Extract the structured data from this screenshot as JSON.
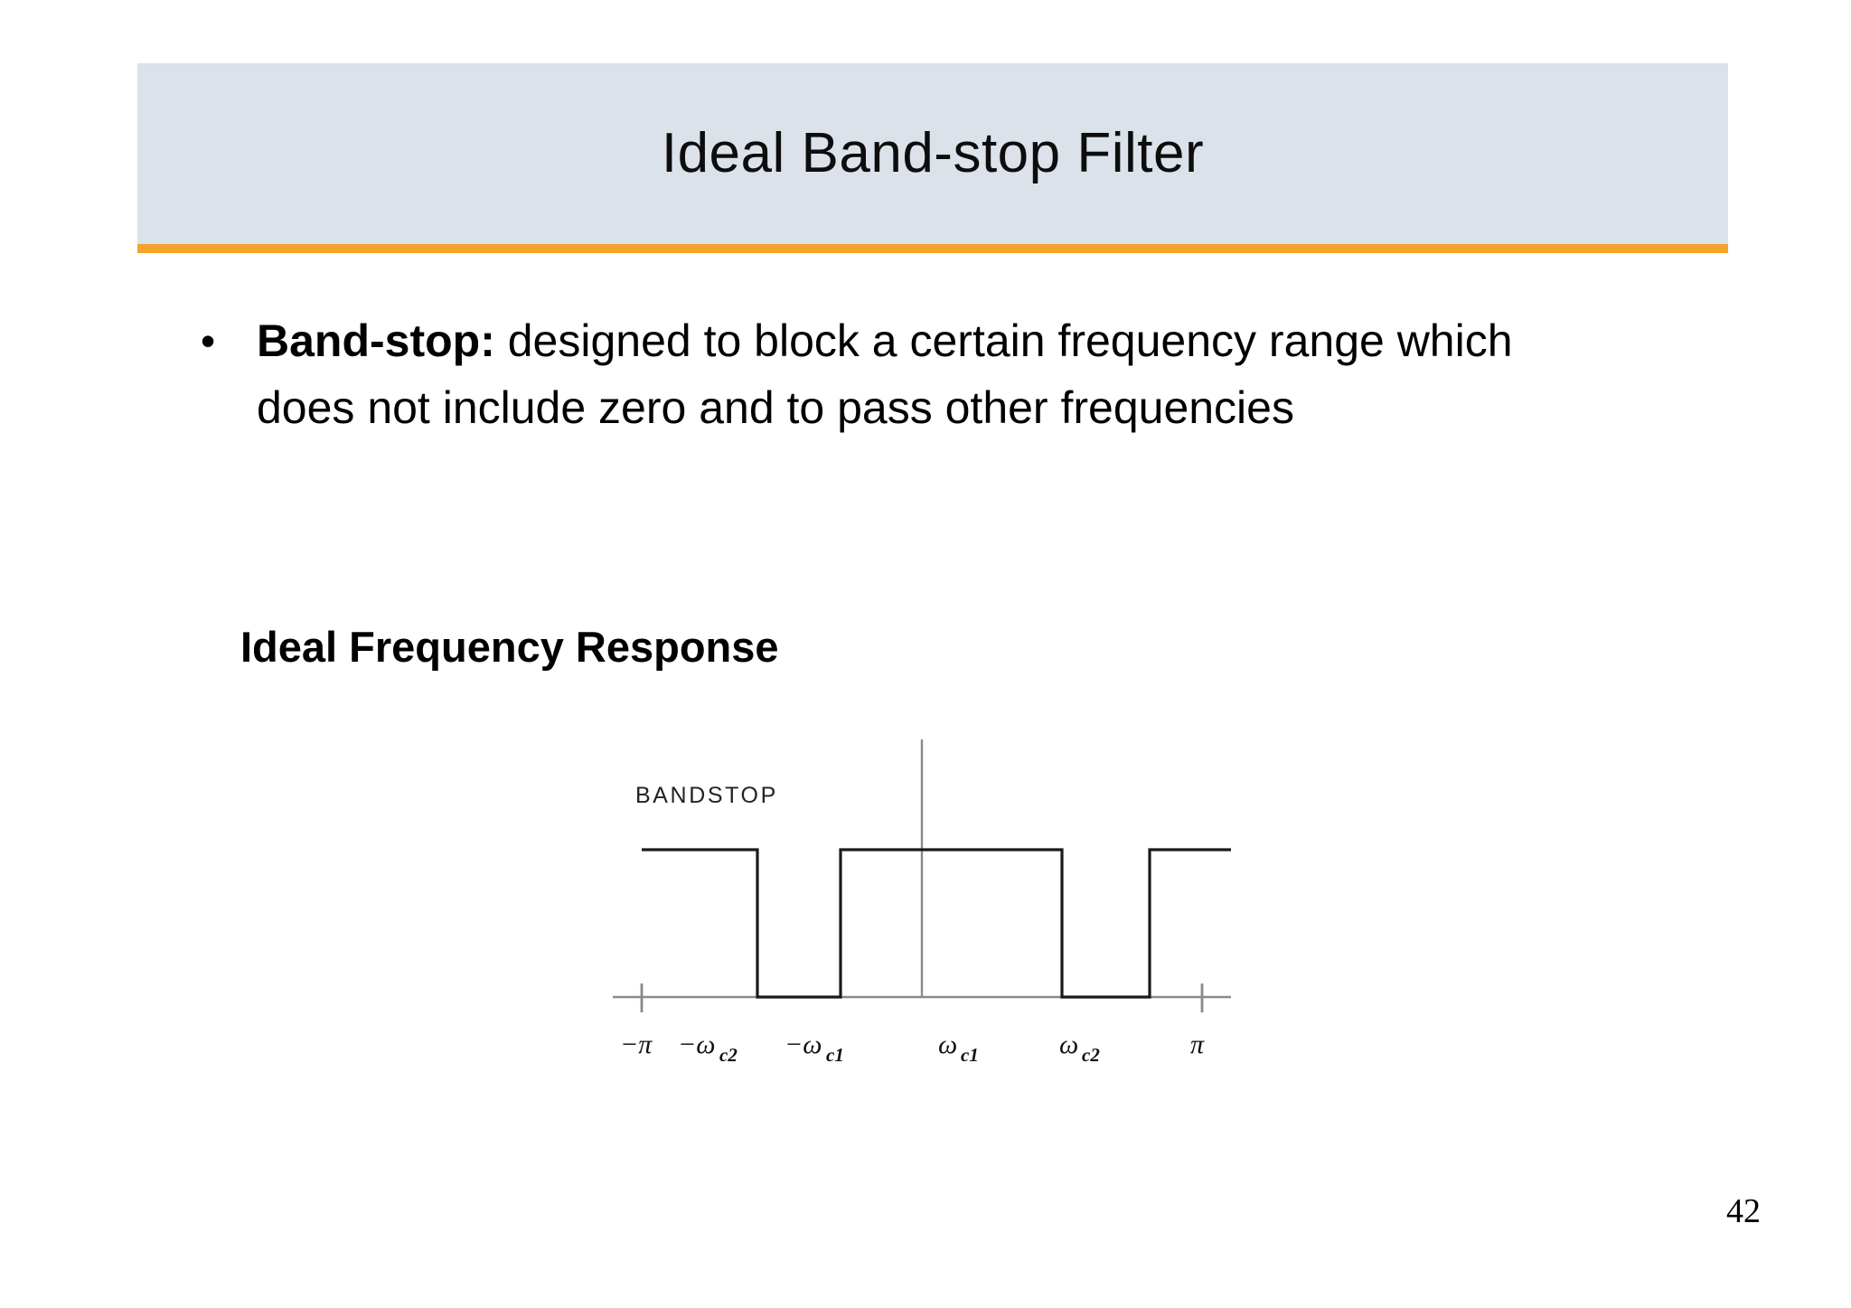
{
  "slide": {
    "title": "Ideal Band-stop Filter",
    "page_number": "42",
    "banner_color": "#dce2ea",
    "accent_color": "#f5a32a"
  },
  "body": {
    "bullet_marker": "•",
    "bullet_lead": "Band-stop:",
    "bullet_rest": " designed to block a certain frequency range which does not include zero and to pass other frequencies"
  },
  "section": {
    "heading": "Ideal Frequency Response"
  },
  "chart_data": {
    "type": "line",
    "title": "BANDSTOP",
    "xlabel": "",
    "ylabel": "",
    "grid": false,
    "legend": null,
    "axis_label_style": "math-italic",
    "x_tick_labels": [
      "-π",
      "-ω",
      "-ω",
      "ω",
      "ω",
      "π"
    ],
    "x_tick_subscripts": [
      "",
      "c2",
      "c1",
      "c1",
      "c2",
      ""
    ],
    "x_ticks_display": [
      "−π",
      "−ωc2",
      "−ωc1",
      "ωc1",
      "ωc2",
      "π"
    ],
    "x_tick_positions": [
      -3.1416,
      -2.2,
      -1.25,
      1.25,
      2.2,
      3.1416
    ],
    "xlim": [
      -3.55,
      3.55
    ],
    "ylim": [
      0,
      1.3
    ],
    "passband_value": 1,
    "stopband_value": 0,
    "x": [
      -3.1416,
      -2.2,
      -2.2,
      -1.25,
      -1.25,
      1.25,
      1.25,
      2.2,
      2.2,
      3.1416
    ],
    "y": [
      1,
      1,
      0,
      0,
      1,
      1,
      0,
      0,
      1,
      1
    ],
    "segments": [
      {
        "name": "pass-low",
        "x_start": -3.1416,
        "x_end": -2.2,
        "value": 1
      },
      {
        "name": "stop-negative",
        "x_start": -2.2,
        "x_end": -1.25,
        "value": 0
      },
      {
        "name": "pass-center",
        "x_start": -1.25,
        "x_end": 1.25,
        "value": 1
      },
      {
        "name": "stop-positive",
        "x_start": 1.25,
        "x_end": 2.2,
        "value": 0
      },
      {
        "name": "pass-high",
        "x_start": 2.2,
        "x_end": 3.1416,
        "value": 1
      }
    ],
    "annotations": [
      {
        "text": "BANDSTOP",
        "x": -2.05,
        "y": 1.22
      }
    ]
  }
}
